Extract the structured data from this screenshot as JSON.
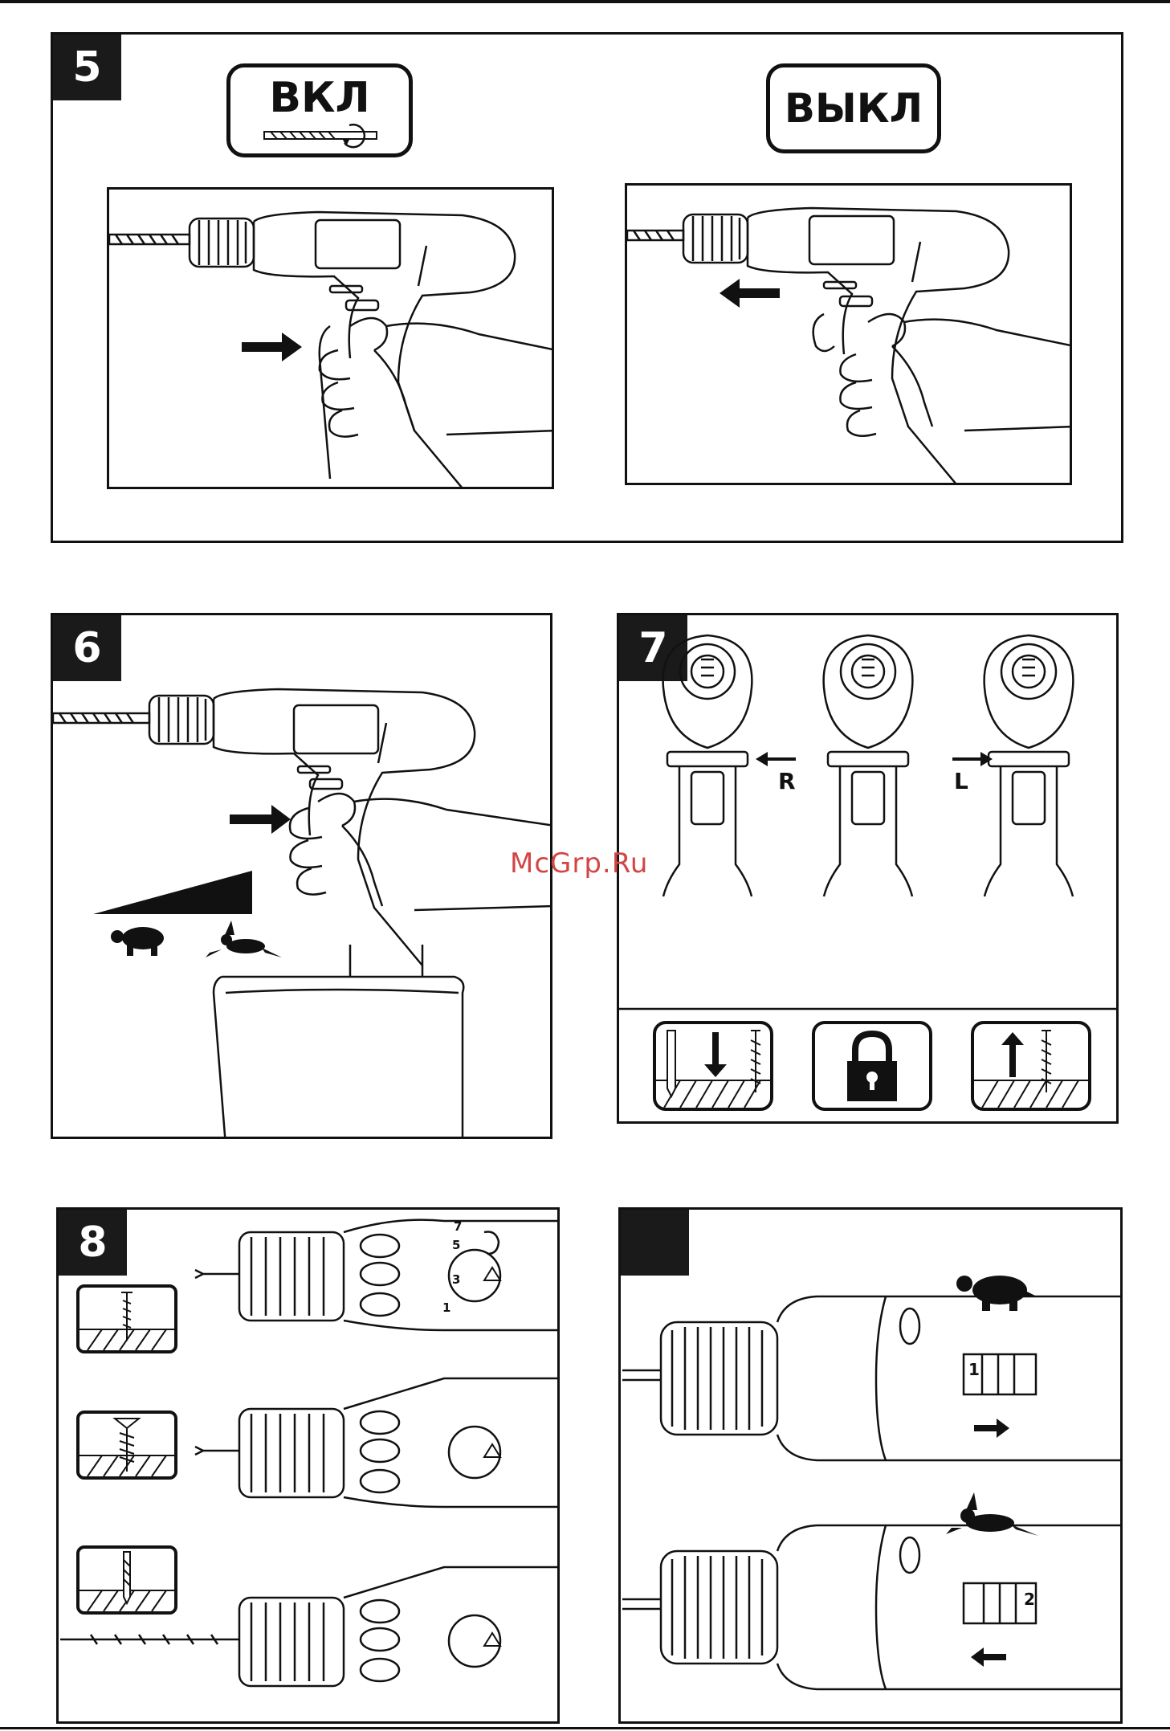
{
  "panels": {
    "p5": {
      "number": "5",
      "on_label": "ВКЛ",
      "off_label": "ВЫКЛ"
    },
    "p6": {
      "number": "6"
    },
    "p7": {
      "number": "7",
      "right_label": "R",
      "left_label": "L"
    },
    "p8": {
      "number": "8",
      "dial_marks": [
        "1",
        "3",
        "5",
        "7"
      ]
    },
    "p9": {
      "number": "",
      "gear_1": "1",
      "gear_2": "2"
    }
  },
  "watermark": "McGrp.Ru",
  "icons": [
    "drill-bit-icon",
    "arrow-right-icon",
    "arrow-left-icon",
    "tortoise-icon",
    "hare-icon",
    "padlock-icon",
    "screw-icon",
    "arrow-down-icon",
    "arrow-up-icon",
    "triangle-marker-icon"
  ],
  "colors": {
    "ink": "#111111",
    "watermark": "#d24646"
  }
}
